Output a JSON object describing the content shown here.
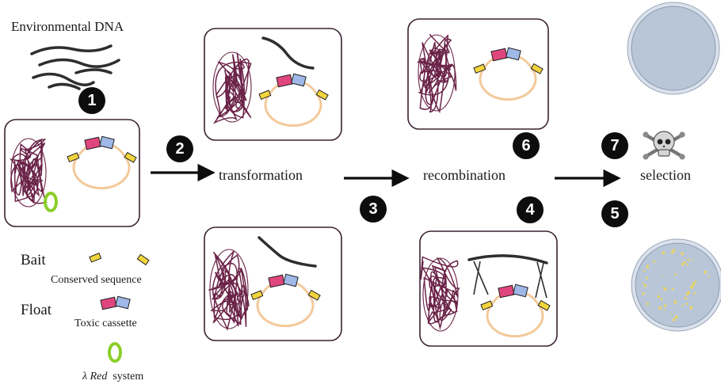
{
  "title": "Environmental DNA",
  "steps": [
    "1",
    "2",
    "3",
    "4",
    "5",
    "6",
    "7"
  ],
  "stages": {
    "transformation": "transformation",
    "recombination": "recombination",
    "selection": "selection"
  },
  "legend": {
    "bait": "Bait",
    "bait_caption": "Conserved  sequence",
    "float": "Float",
    "float_caption": "Toxic cassette",
    "system_italic": "λ Red",
    "system_rest": "  system"
  },
  "colors": {
    "chromosome": "#6b2348",
    "panel_border": "#3a2233",
    "plasmid": "#f3c99a",
    "bait_fill": "#f2d53c",
    "toxic_pink": "#e0467e",
    "toxic_blue": "#9fb8e8",
    "lambda_red": "#8ccf2a",
    "dna": "#2e2e2e",
    "plate": "#b8c6d8",
    "plate_rim": "#d9e2ec",
    "colony": "#e7d36a"
  },
  "icons": [
    "skull-crossbones-icon",
    "empty-plate",
    "plate-with-colonies"
  ]
}
